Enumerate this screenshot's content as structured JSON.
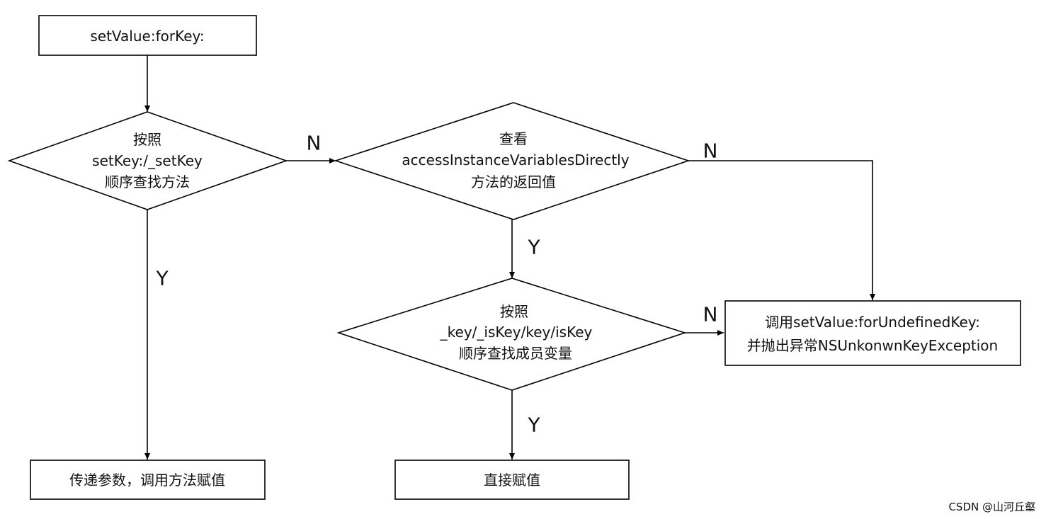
{
  "nodes": {
    "start": {
      "text": "setValue:forKey:"
    },
    "d1": {
      "lines": [
        "按照",
        "setKey:/_setKey",
        "顺序查找方法"
      ]
    },
    "d2": {
      "lines": [
        "查看",
        "accessInstanceVariablesDirectly",
        "方法的返回值"
      ]
    },
    "d3": {
      "lines": [
        "按照",
        "_key/_isKey/key/isKey",
        "顺序查找成员变量"
      ]
    },
    "exception": {
      "lines": [
        "调用setValue:forUndefinedKey:",
        "并抛出异常NSUnkonwnKeyException"
      ]
    },
    "call_method": {
      "text": "传递参数，调用方法赋值"
    },
    "assign": {
      "text": "直接赋值"
    }
  },
  "edges": {
    "d1_no": "N",
    "d1_yes": "Y",
    "d2_no": "N",
    "d2_yes": "Y",
    "d3_no": "N",
    "d3_yes": "Y"
  },
  "watermark": "CSDN @山河丘壑",
  "colors": {
    "stroke": "#000000",
    "text": "#111111",
    "watermark": "#8a8a8a",
    "background": "#ffffff"
  }
}
